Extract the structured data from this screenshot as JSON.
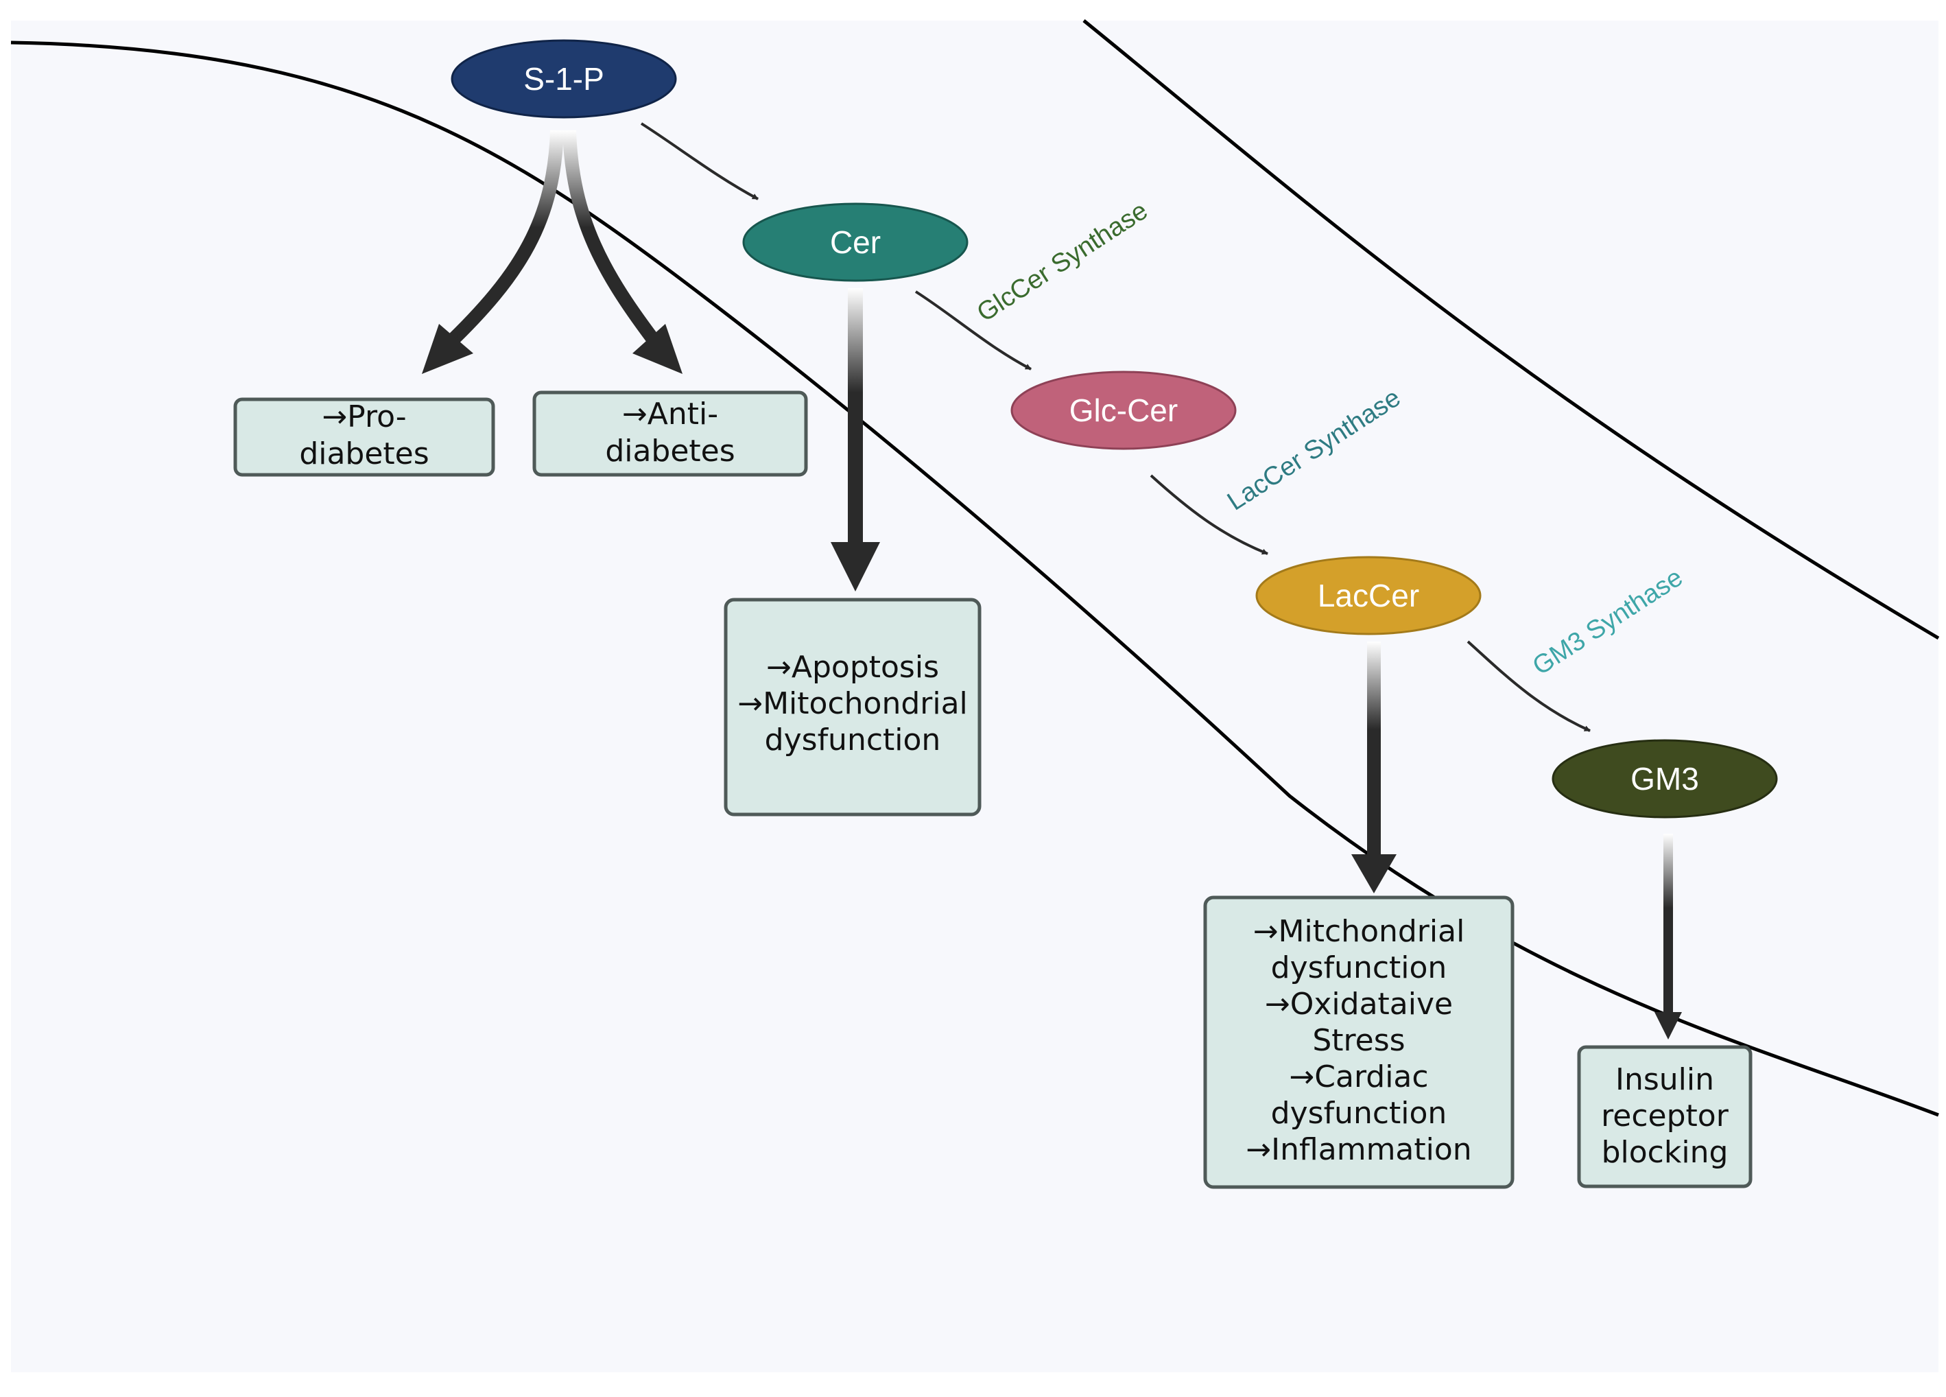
{
  "colors": {
    "background": "#f7f8fc",
    "box_fill": "#d9e9e6",
    "box_stroke": "#4f5a58",
    "arrow": "#2a2a2a",
    "membrane": "#000000"
  },
  "nodes": {
    "s1p": {
      "label": "S-1-P",
      "color": "#1f3b6e"
    },
    "cer": {
      "label": "Cer",
      "color": "#267f74"
    },
    "glccer": {
      "label": "Glc-Cer",
      "color": "#c0627a"
    },
    "laccer": {
      "label": "LacCer",
      "color": "#d4a02a"
    },
    "gm3": {
      "label": "GM3",
      "color": "#3f4b1f"
    }
  },
  "enzymes": {
    "glccer_synthase": {
      "label": "GlcCer Synthase",
      "color": "#3a6b2e"
    },
    "laccer_synthase": {
      "label": "LacCer Synthase",
      "color": "#2e7b82"
    },
    "gm3_synthase": {
      "label": "GM3 Synthase",
      "color": "#3ea6a8"
    }
  },
  "boxes": {
    "pro_diabetes": {
      "lines": [
        "→Pro-",
        "diabetes"
      ]
    },
    "anti_diabetes": {
      "lines": [
        "→Anti-",
        "diabetes"
      ]
    },
    "cer_effects": {
      "lines": [
        "→Apoptosis",
        "→Mitochondrial",
        "dysfunction"
      ]
    },
    "laccer_effects": {
      "lines": [
        "→Mitchondrial",
        "dysfunction",
        "→Oxidataive",
        "Stress",
        "→Cardiac",
        "dysfunction",
        "→Inflammation"
      ]
    },
    "gm3_effects": {
      "lines": [
        "Insulin",
        "receptor",
        "blocking"
      ]
    }
  }
}
